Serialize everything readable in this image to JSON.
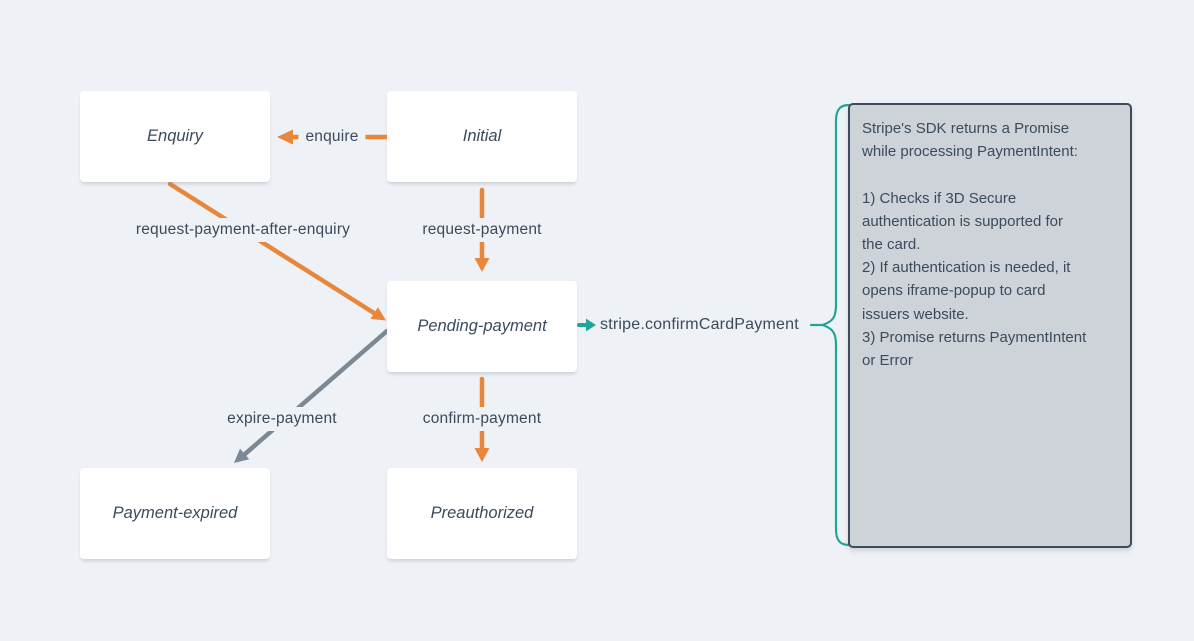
{
  "colors": {
    "orange": "#E8873C",
    "gray": "#7C8994",
    "teal": "#22A597",
    "slate": "#3C4A5B",
    "page_bg": "#EEF1F5",
    "node_bg": "#FFFFFF",
    "note_bg": "#CDD3D9",
    "note_border": "#3E4B5B"
  },
  "diagram": {
    "nodes": {
      "enquiry": {
        "label": "Enquiry"
      },
      "initial": {
        "label": "Initial"
      },
      "pending_payment": {
        "label": "Pending-payment"
      },
      "payment_expired": {
        "label": "Payment-expired"
      },
      "preauthorized": {
        "label": "Preauthorized"
      }
    },
    "edges": {
      "enquire": {
        "label": "enquire",
        "from": "Initial",
        "to": "Enquiry",
        "color": "orange"
      },
      "request_payment_after_enquiry": {
        "label": "request-payment-after-enquiry",
        "from": "Enquiry",
        "to": "Pending-payment",
        "color": "orange"
      },
      "request_payment": {
        "label": "request-payment",
        "from": "Initial",
        "to": "Pending-payment",
        "color": "orange"
      },
      "expire_payment": {
        "label": "expire-payment",
        "from": "Pending-payment",
        "to": "Payment-expired",
        "color": "gray"
      },
      "confirm_payment": {
        "label": "confirm-payment",
        "from": "Pending-payment",
        "to": "Preauthorized",
        "color": "orange"
      }
    },
    "callout": {
      "label": "stripe.confirmCardPayment",
      "color": "teal",
      "attached_to": "Pending-payment"
    }
  },
  "note": {
    "lines": [
      "Stripe's SDK returns a Promise",
      "while processing PaymentIntent:",
      "",
      "1) Checks if 3D Secure",
      "authentication is supported for",
      "the card.",
      "2) If authentication is needed, it",
      "opens iframe-popup to card",
      "issuers website.",
      "3) Promise returns PaymentIntent",
      "or Error"
    ]
  }
}
